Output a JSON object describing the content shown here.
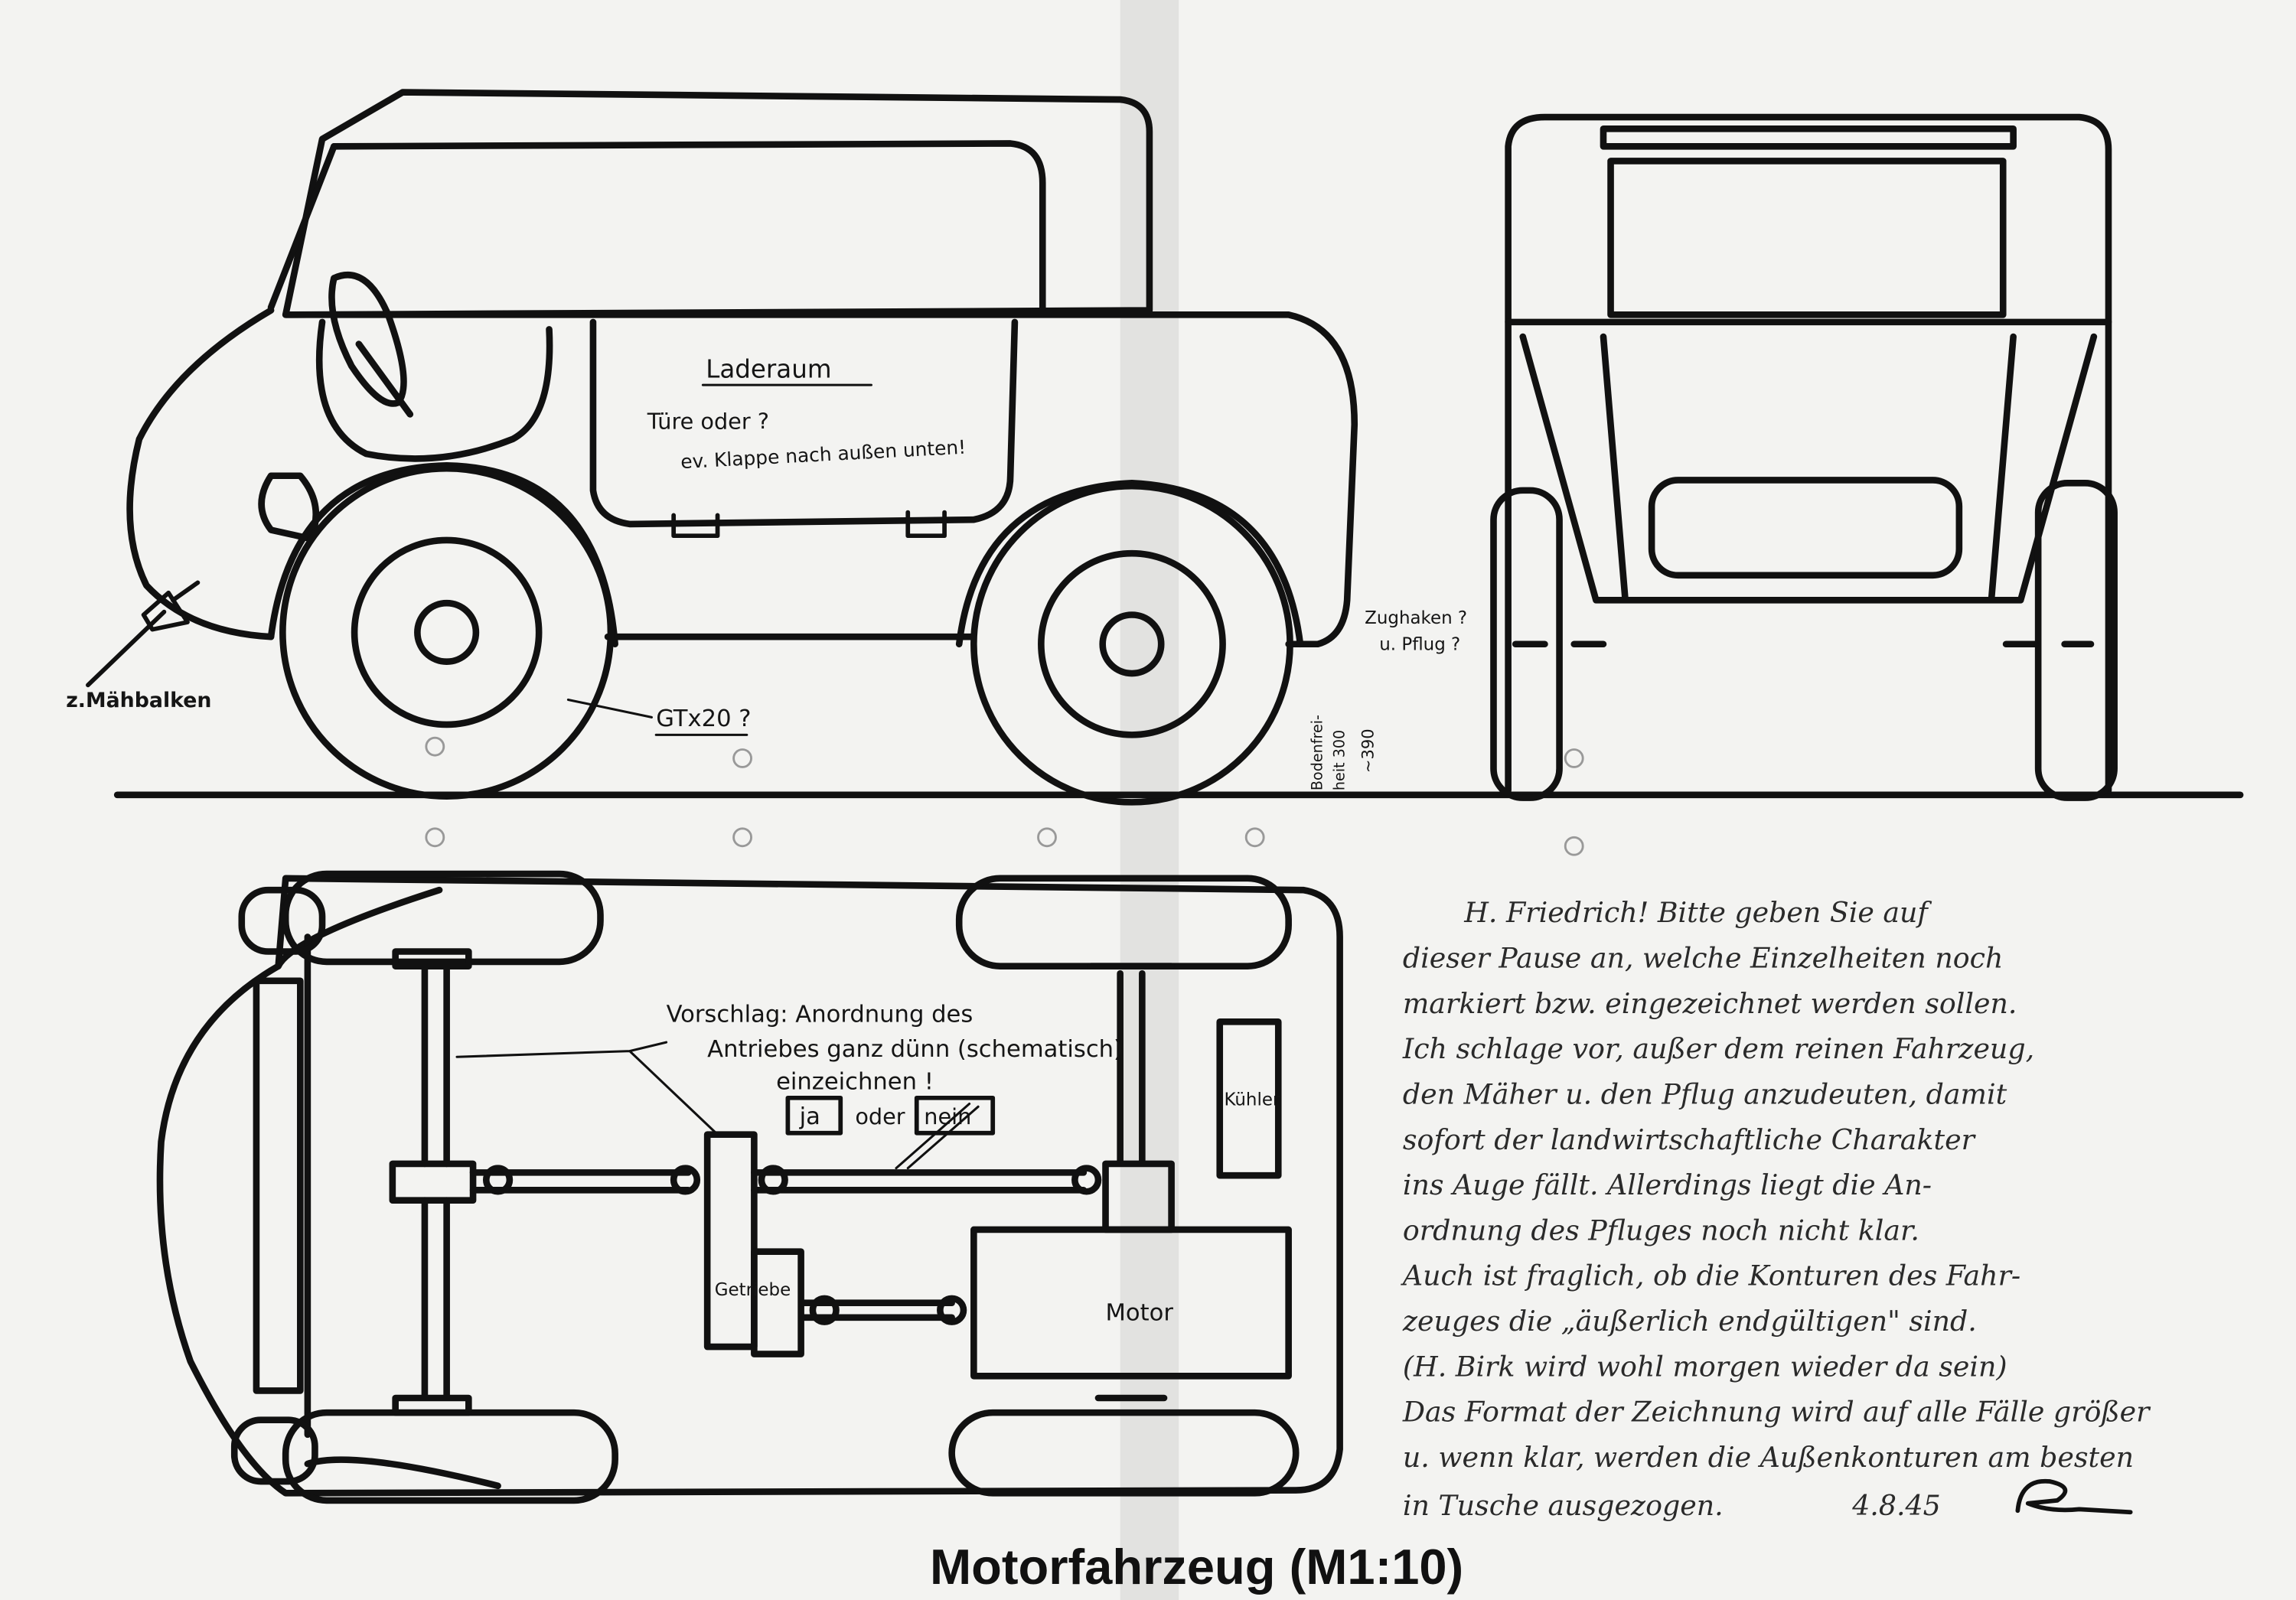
{
  "side_view": {
    "cargo_label": "Laderaum",
    "door_question": "Türe oder ?",
    "flap_note": "ev. Klappe nach außen unten!",
    "tire_label": "GTx20 ?",
    "mower_label": "z.Mähbalken",
    "hitch_label_1": "Zughaken ?",
    "hitch_label_2": "u. Pflug ?",
    "clearance_label_1": "Bodenfrei-",
    "clearance_label_2": "heit 300",
    "clearance_alt": "~390"
  },
  "top_view": {
    "proposal_1": "Vorschlag: Anordnung des",
    "proposal_2": "Antriebes ganz dünn (schematisch)",
    "proposal_3": "einzeichnen !",
    "yes": "ja",
    "or": "oder",
    "no": "nein",
    "radiator": "Kühler",
    "gearbox": "Getriebe",
    "engine": "Motor"
  },
  "title": "Motorfahrzeug (M1:10)",
  "note": {
    "lines": [
      "H. Friedrich! Bitte geben Sie auf",
      "dieser Pause an, welche Einzelheiten noch",
      "markiert bzw. eingezeichnet werden sollen.",
      "Ich schlage vor, außer dem reinen Fahrzeug,",
      "den Mäher u. den Pflug anzudeuten, damit",
      "sofort der landwirtschaftliche Charakter",
      "ins Auge fällt. Allerdings liegt die An-",
      "ordnung des Pfluges noch nicht klar.",
      "Auch ist fraglich, ob die Konturen des Fahr-",
      "zeuges die „äußerlich endgültigen\" sind.",
      "(H. Birk wird wohl morgen wieder da sein)",
      "Das Format der Zeichnung wird auf alle Fälle größer",
      "u. wenn klar, werden die Außenkonturen am besten",
      "in Tusche ausgezogen."
    ],
    "date": "4.8.45",
    "signature": "signature"
  }
}
